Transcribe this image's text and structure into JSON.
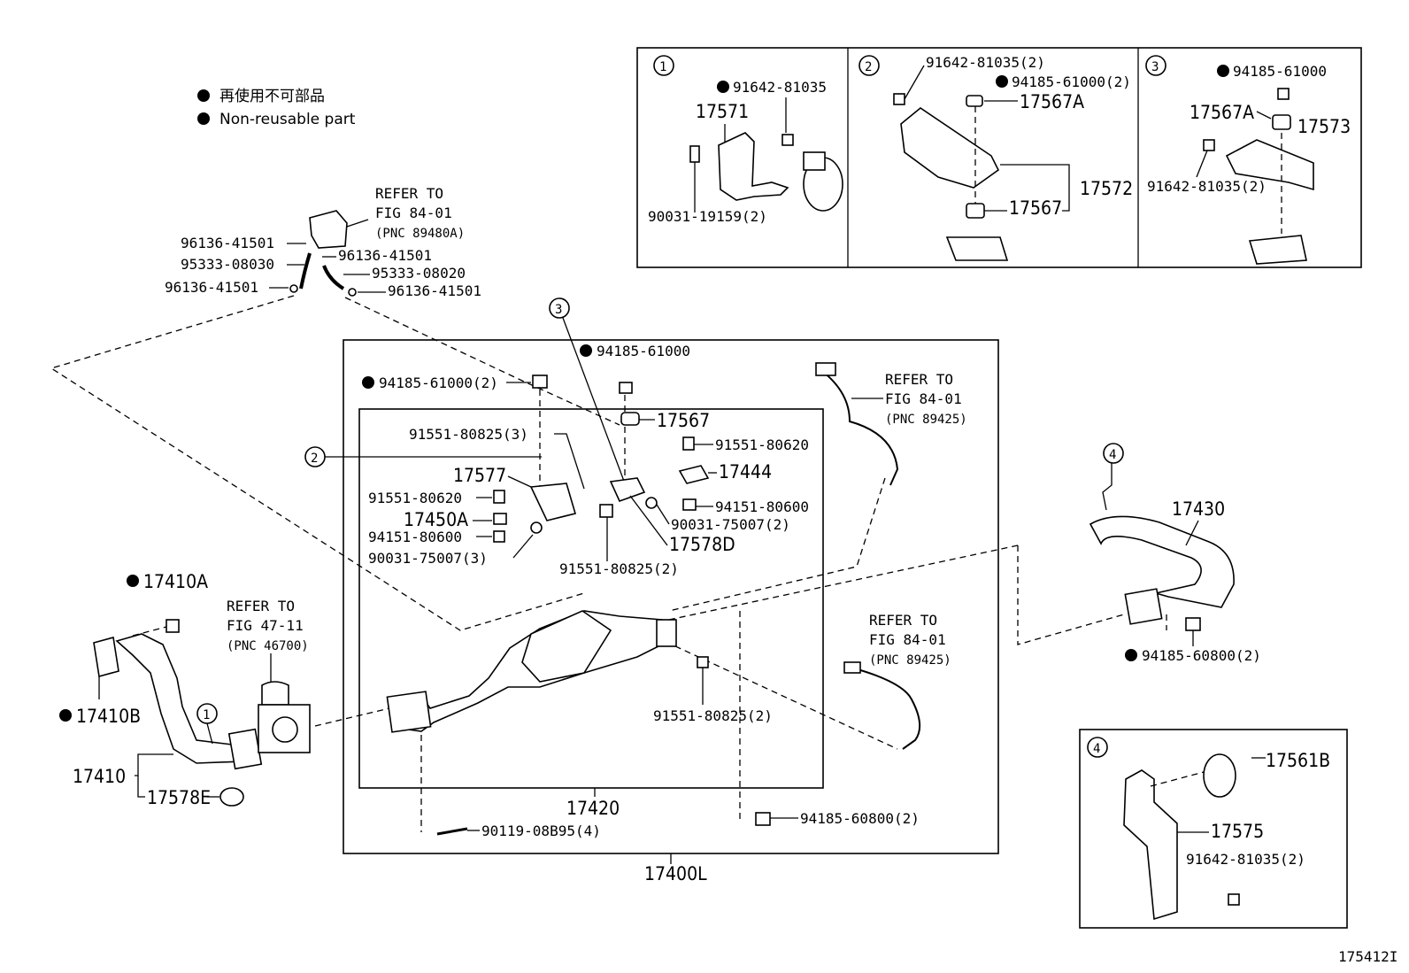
{
  "legend": {
    "line1": "再使用不可部品",
    "line2": "Non-reusable part"
  },
  "insets": {
    "inset1": {
      "num": "1",
      "labels": [
        "91642-81035",
        "17571",
        "90031-19159(2)"
      ]
    },
    "inset2": {
      "num": "2",
      "labels": [
        "91642-81035(2)",
        "94185-61000(2)",
        "17567A",
        "17572",
        "17567"
      ]
    },
    "inset3": {
      "num": "3",
      "labels": [
        "94185-61000",
        "17567A",
        "17573",
        "91642-81035(2)"
      ]
    },
    "inset4": {
      "num": "4",
      "labels": [
        "17561B",
        "17575",
        "91642-81035(2)"
      ]
    }
  },
  "vacuum": {
    "refer": [
      "REFER TO",
      "FIG 84-01",
      "(PNC 89480A)"
    ],
    "labels": [
      "96136-41501",
      "96136-41501",
      "95333-08030",
      "95333-08020",
      "96136-41501",
      "96136-41501"
    ]
  },
  "main": {
    "callouts": [
      "3",
      "2",
      "1",
      "4"
    ],
    "labels": [
      "94185-61000",
      "94185-61000(2)",
      "17567",
      "91551-80825(3)",
      "91551-80620",
      "17444",
      "17577",
      "91551-80620",
      "94151-80600",
      "17450A",
      "90031-75007(2)",
      "94151-80600",
      "17578D",
      "90031-75007(3)",
      "91551-80825(2)",
      "91551-80825(2)",
      "17420",
      "90119-08B95(4)",
      "94185-60800(2)",
      "17400L"
    ],
    "refer_top": [
      "REFER TO",
      "FIG 84-01",
      "(PNC 89425)"
    ],
    "refer_bottom": [
      "REFER TO",
      "FIG 84-01",
      "(PNC 89425)"
    ]
  },
  "left": {
    "labels": [
      "17410A",
      "17410B",
      "17410",
      "17578E"
    ],
    "refer": [
      "REFER TO",
      "FIG 47-11",
      "(PNC 46700)"
    ]
  },
  "right": {
    "labels": [
      "17430",
      "94185-60800(2)"
    ]
  },
  "figure_id": "175412I"
}
